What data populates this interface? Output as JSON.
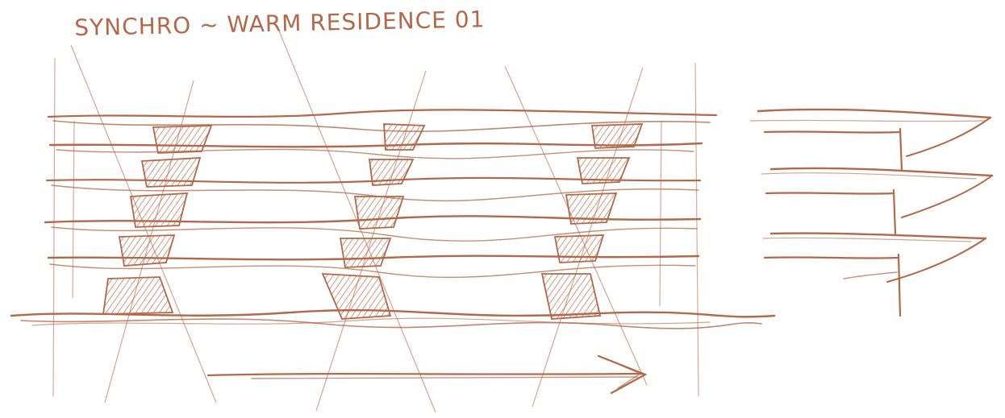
{
  "sketch": {
    "title": "SYNCHRO ~ WARM RESIDENCE 01",
    "ink_color": "#b3684a",
    "paper_color": "#ffffff"
  },
  "elevation": {
    "type": "hand-drawn building elevation sketch",
    "floor_lines": 6,
    "bays": 3
  },
  "section": {
    "type": "hand-drawn section sketch",
    "levels": 5
  },
  "movement_arrow": {
    "direction": "right"
  }
}
